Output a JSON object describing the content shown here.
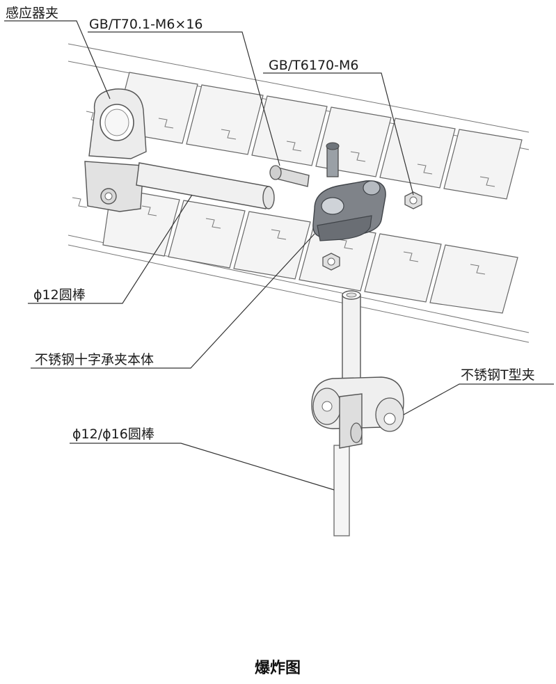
{
  "labels": {
    "sensor_clamp": "感应器夹",
    "screw": "GB/T70.1-M6×16",
    "nut": "GB/T6170-M6",
    "rod_12": "ϕ12圆棒",
    "cross_clamp": "不锈钢十字承夹本体",
    "t_clamp": "不锈钢T型夹",
    "rod_12_16": "ϕ12/ϕ16圆棒"
  },
  "caption": "爆炸图",
  "colors": {
    "line": "#555555",
    "chain_fill": "#f4f4f4",
    "part_fill": "#e6e6e6",
    "cross_clamp": "#7f8389"
  }
}
